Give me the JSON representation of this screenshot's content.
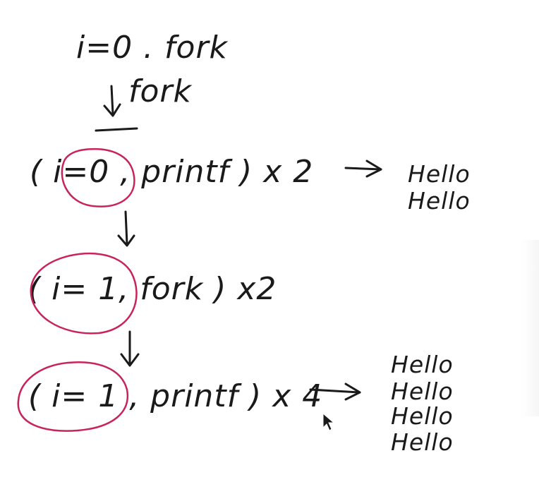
{
  "lines": {
    "line1": "i=0 . fork",
    "line2": "fork",
    "line3": "( i=0 , printf ) x 2",
    "line4": "( i= 1, fork ) x2",
    "line5": "( i= 1 , printf ) x 4"
  },
  "outputs": {
    "first": [
      "Hello",
      "Hello"
    ],
    "second": [
      "Hello",
      "Hello",
      "Hello",
      "Hello"
    ]
  },
  "colors": {
    "ink": "#1a1a1a",
    "highlight": "#c8245a"
  },
  "icons": {
    "cursor": "mouse-pointer-icon"
  }
}
